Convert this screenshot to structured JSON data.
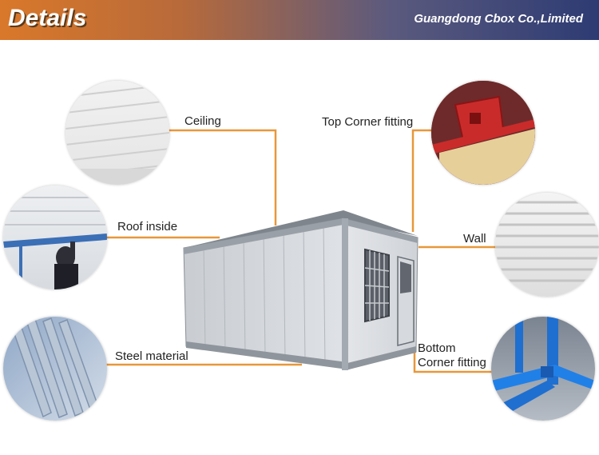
{
  "header": {
    "title": "Details",
    "company": "Guangdong Cbox Co.,Limited"
  },
  "callouts": {
    "ceiling": "Ceiling",
    "roof_inside": "Roof inside",
    "steel_material": "Steel material",
    "top_corner_fitting": "Top Corner fitting",
    "wall": "Wall",
    "bottom_corner_line1": "Bottom",
    "bottom_corner_line2": "Corner fitting"
  },
  "colors": {
    "leader_line": "#e8973a",
    "header_left": "#d9782a",
    "header_right": "#2d3b73"
  }
}
